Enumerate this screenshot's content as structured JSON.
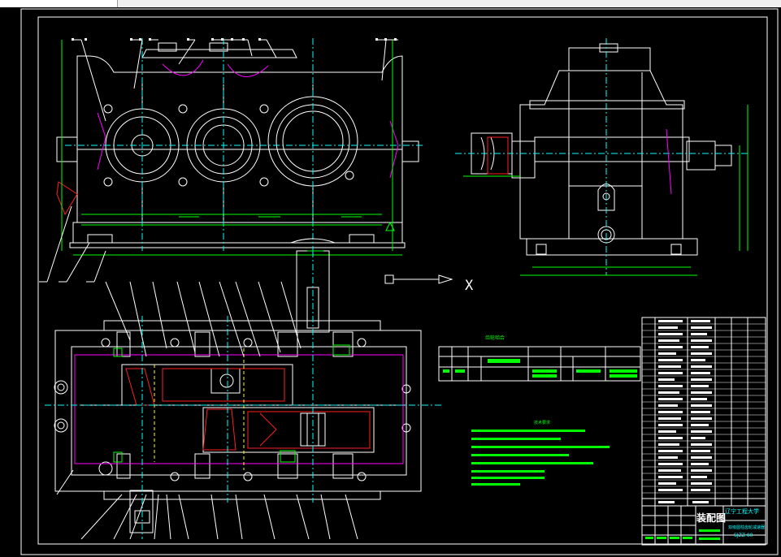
{
  "app": {
    "tab_caption": ""
  },
  "title_block": {
    "drawing_type": "装配图",
    "school": "辽宁工程大学",
    "subtitle": "双级圆柱齿轮减速器",
    "drawing_number": "SJZZ-00"
  },
  "gear_table": {
    "heading": "齿轮啮合"
  },
  "tech_notes": {
    "heading": "技术要求"
  },
  "markers": {
    "view_direction": "X"
  },
  "colors": {
    "background": "#000000",
    "outline": "#ffffff",
    "dimension": "#00ff00",
    "centerline": "#00ffff",
    "section": "#ff2020",
    "hidden": "#ffff00",
    "magenta": "#ff00ff"
  }
}
